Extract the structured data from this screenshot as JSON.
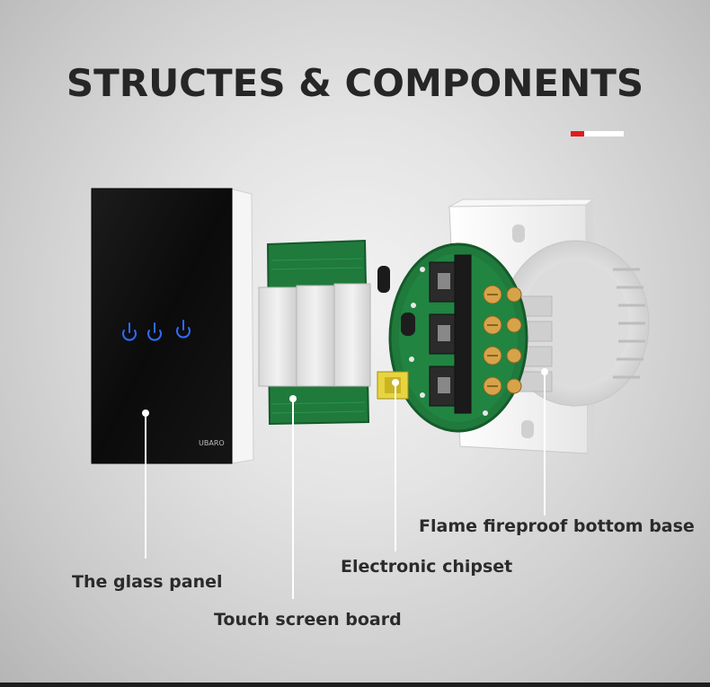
{
  "header": {
    "title": "STRUCTES & COMPONENTS"
  },
  "panel": {
    "brand": "UBARO"
  },
  "labels": {
    "glass_panel": "The glass panel",
    "touch_board": "Touch screen board",
    "chipset": "Electronic chipset",
    "base": "Flame fireproof bottom base"
  },
  "colors": {
    "accent_red": "#e21b1b",
    "panel_black": "#101010",
    "touch_icon_blue": "#2f6bff",
    "pcb_green": "#1f7a3c"
  },
  "icons": [
    "power-icon"
  ]
}
